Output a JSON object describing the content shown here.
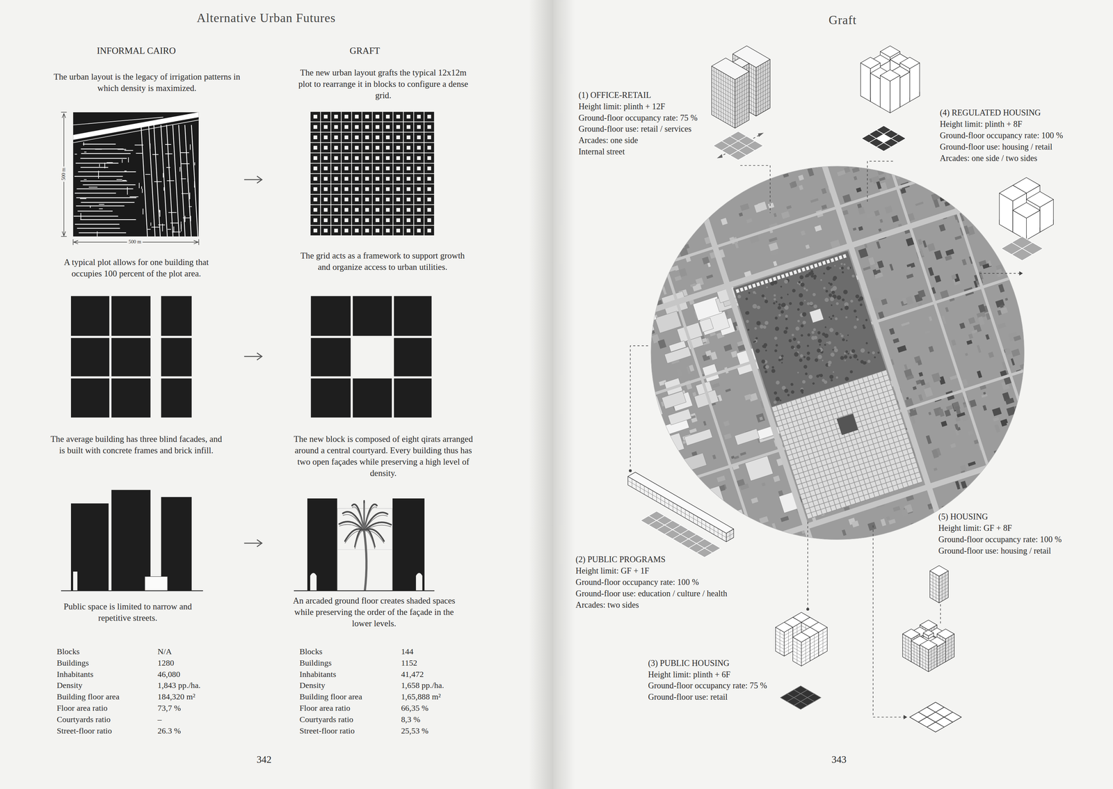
{
  "diagram": {
    "labels": [
      "Alternative Urban Futures",
      "INFORMAL CAIRO",
      "GRAFT",
      "The urban layout is the legacy of irrigation patterns in which density is maximized.",
      "The new urban layout grafts the typical 12x12m plot to rearrange it in blocks to configure a dense grid.",
      "500 m",
      "500 m",
      "A typical plot allows for one building that occupies 100 percent of the plot area.",
      "The grid acts as a framework to support growth and organize access to urban utilities.",
      "The average building has three blind facades, and is built with concrete frames and brick infill.",
      "The new block is composed of eight qirats arranged around a central courtyard. Every building thus has two open façades while preserving a high level of density.",
      "Public space is limited to narrow and repetitive streets.",
      "An arcaded ground floor creates shaded spaces while preserving the order of the façade in the lower levels.",
      "Blocks",
      "N/A",
      "Buildings",
      "1280",
      "Inhabitants",
      "46,080",
      "Density",
      "1,843 pp./ha.",
      "Building floor area",
      "184,320 m²",
      "Floor area ratio",
      "73,7 %",
      "Courtyards ratio",
      "–",
      "Street-floor ratio",
      "26.3 %",
      "Blocks",
      "144",
      "Buildings",
      "1152",
      "Inhabitants",
      "41,472",
      "Density",
      "1,658 pp./ha.",
      "Building floor area",
      "1,65,888 m²",
      "Floor area ratio",
      "66,35 %",
      "Courtyards ratio",
      "8,3 %",
      "Street-floor ratio",
      "25,53 %",
      "342",
      "Graft",
      "(1) OFFICE-RETAIL",
      "Height limit: plinth + 12F",
      "Ground-floor occupancy rate: 75 %",
      "Ground-floor use: retail / services",
      "Arcades: one side",
      "Internal street",
      "(4) REGULATED HOUSING",
      "Height limit: plinth + 8F",
      "Ground-floor occupancy rate: 100 %",
      "Ground-floor use: housing / retail",
      "Arcades: one side / two sides",
      "(2) PUBLIC PROGRAMS",
      "Height limit: GF + 1F",
      "Ground-floor occupancy rate: 100 %",
      "Ground-floor use: education / culture / health",
      "Arcades: two sides",
      "(5) HOUSING",
      "Height limit: GF + 8F",
      "Ground-floor occupancy rate: 100 %",
      "Ground-floor use: housing / retail",
      "(3) PUBLIC HOUSING",
      "Height limit: plinth + 6F",
      "Ground-floor occupancy rate: 75 %",
      "Ground-floor use: retail",
      "343"
    ]
  }
}
